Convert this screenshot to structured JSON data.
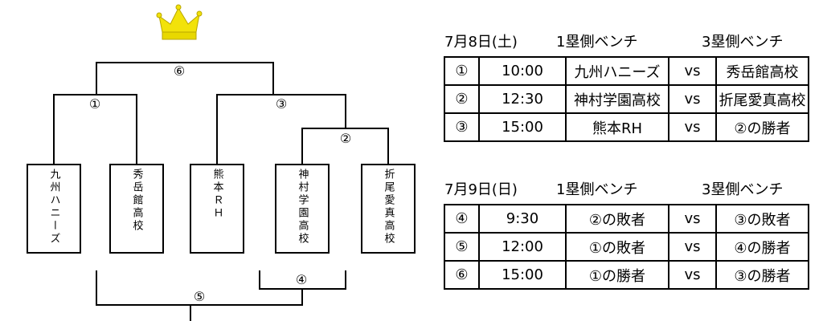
{
  "bracket": {
    "teams": [
      "九州ハニーズ",
      "秀岳館高校",
      "熊本ＲＨ",
      "神村学園高校",
      "折尾愛真高校"
    ],
    "match_labels": {
      "m1": "①",
      "m2": "②",
      "m3": "③",
      "m4": "④",
      "m5": "⑤",
      "m6": "⑥"
    },
    "crown_color": "#f2e20a",
    "line_color": "#000000"
  },
  "schedule": [
    {
      "date": "7月8日(土)",
      "bench1_header": "1塁側ベンチ",
      "bench3_header": "3塁側ベンチ",
      "rows": [
        {
          "no": "①",
          "time": "10:00",
          "bench1": "九州ハニーズ",
          "vs": "vs",
          "bench3": "秀岳館高校"
        },
        {
          "no": "②",
          "time": "12:30",
          "bench1": "神村学園高校",
          "vs": "vs",
          "bench3": "折尾愛真高校"
        },
        {
          "no": "③",
          "time": "15:00",
          "bench1": "熊本RH",
          "vs": "vs",
          "bench3": "②の勝者"
        }
      ]
    },
    {
      "date": "7月9日(日)",
      "bench1_header": "1塁側ベンチ",
      "bench3_header": "3塁側ベンチ",
      "rows": [
        {
          "no": "④",
          "time": "9:30",
          "bench1": "②の敗者",
          "vs": "vs",
          "bench3": "③の敗者"
        },
        {
          "no": "⑤",
          "time": "12:00",
          "bench1": "①の敗者",
          "vs": "vs",
          "bench3": "④の勝者"
        },
        {
          "no": "⑥",
          "time": "15:00",
          "bench1": "①の勝者",
          "vs": "vs",
          "bench3": "③の勝者"
        }
      ]
    }
  ]
}
